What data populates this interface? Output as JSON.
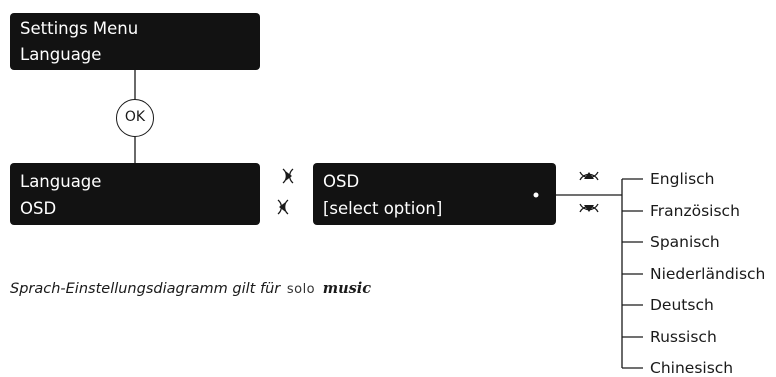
{
  "box_settings": {
    "line1": "Settings Menu",
    "line2": "Language"
  },
  "ok_button": {
    "label": "OK"
  },
  "box_language": {
    "line1": "Language",
    "line2": "OSD"
  },
  "box_osd": {
    "line1": "OSD",
    "line2": "[select option]"
  },
  "icons": [
    "arrow-right-icon",
    "arrow-left-icon",
    "arrow-up-icon",
    "arrow-down-icon"
  ],
  "options": [
    "Englisch",
    "Französisch",
    "Spanisch",
    "Niederländisch",
    "Deutsch",
    "Russisch",
    "Chinesisch"
  ],
  "caption": {
    "text": "Sprach-Einstellungsdiagramm gilt für",
    "brand_solo": "solo",
    "brand_music": "music"
  }
}
